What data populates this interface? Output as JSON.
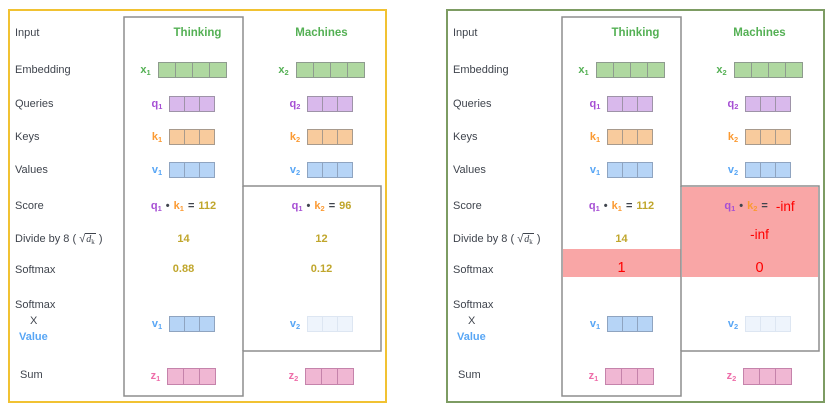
{
  "rows": {
    "input": "Input",
    "embedding": "Embedding",
    "queries": "Queries",
    "keys": "Keys",
    "values": "Values",
    "score": "Score",
    "divide_prefix": "Divide by 8 (",
    "divide_sqrt": "√",
    "divide_var": "d",
    "divide_var_sub": "k",
    "divide_suffix": ")",
    "softmax": "Softmax",
    "softmax_x_line1": "Softmax",
    "softmax_x_line2": "X",
    "softmax_x_line3": "Value",
    "sum": "Sum"
  },
  "sym": {
    "x": "x",
    "q": "q",
    "k": "k",
    "v": "v",
    "z": "z",
    "sub1": "1",
    "sub2": "2",
    "dot": "•",
    "eq": "="
  },
  "panels": [
    {
      "variant": "self-attention-unmasked",
      "headers": {
        "col1": "Thinking",
        "col2": "Machines"
      },
      "values": {
        "score1": "112",
        "score2": "96",
        "divide1": "14",
        "divide2": "12",
        "softmax1": "0.88",
        "softmax2": "0.12"
      }
    },
    {
      "variant": "self-attention-masked",
      "headers": {
        "col1": "Thinking",
        "col2": "Machines"
      },
      "values": {
        "score1": "112",
        "score2": "-inf",
        "divide1": "14",
        "divide2": "-inf",
        "softmax1": "1",
        "softmax2": "0"
      }
    }
  ],
  "colors": {
    "left_panel_border": "#f1c232",
    "right_panel_border": "#7d9c63",
    "token_green": "#54b054",
    "query_purple": "#a64fd4",
    "key_orange": "#fb9a32",
    "value_blue": "#58a6f5",
    "sum_pink": "#ee6da9",
    "score_olive": "#c0a62c",
    "mask_red_text": "#fe0000",
    "mask_red_background": "#f9a6a6",
    "embedding_cell": "#afd8a0",
    "query_cell": "#d9b9ec",
    "key_cell": "#f8cb9d",
    "value_cell": "#b6d4f6",
    "faded_value_cell": "#eef4fc",
    "sum_cell": "#f0b7d3",
    "outline_gray": "#8d8d8d",
    "label_dark": "#3f444d"
  }
}
